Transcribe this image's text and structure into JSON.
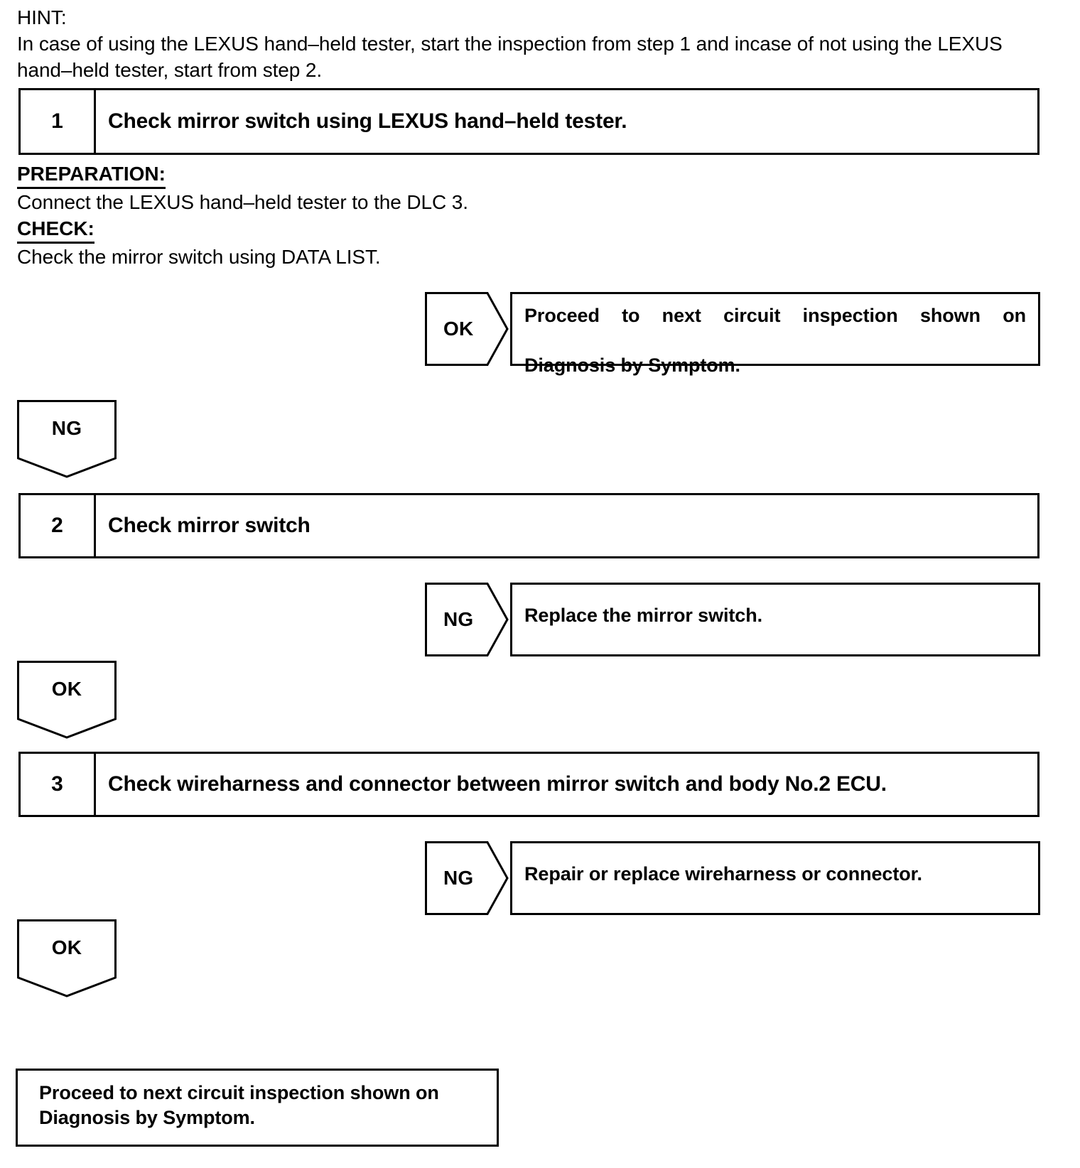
{
  "document": {
    "kind": "troubleshooting-flowchart",
    "ink_color": "#000000",
    "paper_color": "#ffffff"
  },
  "hint": {
    "label": "HINT:",
    "body": "In case of using the LEXUS hand–held tester, start the inspection from step 1 and incase of not using the LEXUS hand–held tester, start from step 2."
  },
  "steps": [
    {
      "number": "1",
      "title": "Check mirror switch using LEXUS hand–held tester."
    },
    {
      "number": "2",
      "title": "Check mirror switch"
    },
    {
      "number": "3",
      "title": "Check wireharness and connector between mirror switch and body No.2 ECU."
    }
  ],
  "procedure": {
    "preparation_head": "PREPARATION:",
    "preparation_text": "Connect the LEXUS hand–held tester to the DLC 3.",
    "check_head": "CHECK:",
    "check_text": "Check the mirror switch using DATA LIST."
  },
  "branches": [
    {
      "id": "step1-ok",
      "tag": "OK",
      "result_line1": "Proceed to next circuit inspection shown on",
      "result_line2": "Diagnosis by Symptom."
    },
    {
      "id": "step2-ng",
      "tag": "NG",
      "result_line1": "Replace the mirror switch.",
      "result_line2": ""
    },
    {
      "id": "step3-ng",
      "tag": "NG",
      "result_line1": "Repair or replace wireharness or connector.",
      "result_line2": ""
    }
  ],
  "connectors": [
    {
      "id": "after-step1",
      "tag": "NG"
    },
    {
      "id": "after-step2",
      "tag": "OK"
    },
    {
      "id": "after-step3",
      "tag": "OK"
    }
  ],
  "final": {
    "line1": "Proceed to next circuit inspection shown on",
    "line2": "Diagnosis by Symptom."
  }
}
